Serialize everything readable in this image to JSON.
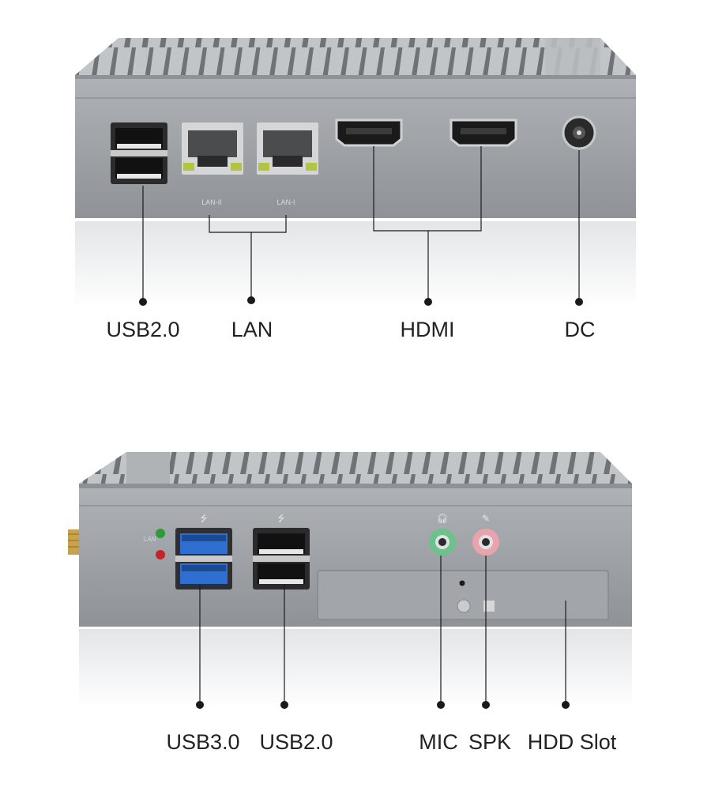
{
  "top_panel": {
    "labels": {
      "usb": "USB2.0",
      "lan": "LAN",
      "hdmi": "HDMI",
      "dc": "DC"
    },
    "port_marks": {
      "lan_left": "LAN-II",
      "lan_right": "LAN-I"
    }
  },
  "bottom_panel": {
    "labels": {
      "usb3": "USB3.0",
      "usb2": "USB2.0",
      "mic": "MIC",
      "spk": "SPK",
      "hdd": "HDD Slot"
    },
    "led_mark": "LAN"
  },
  "colors": {
    "chassis": "#9a9ea3",
    "usb3_blue": "#2f6fd1",
    "mic_green": "#6cc28a",
    "spk_pink": "#e9a3ad",
    "led_green": "#2f9a3a",
    "led_red": "#c2262a"
  }
}
